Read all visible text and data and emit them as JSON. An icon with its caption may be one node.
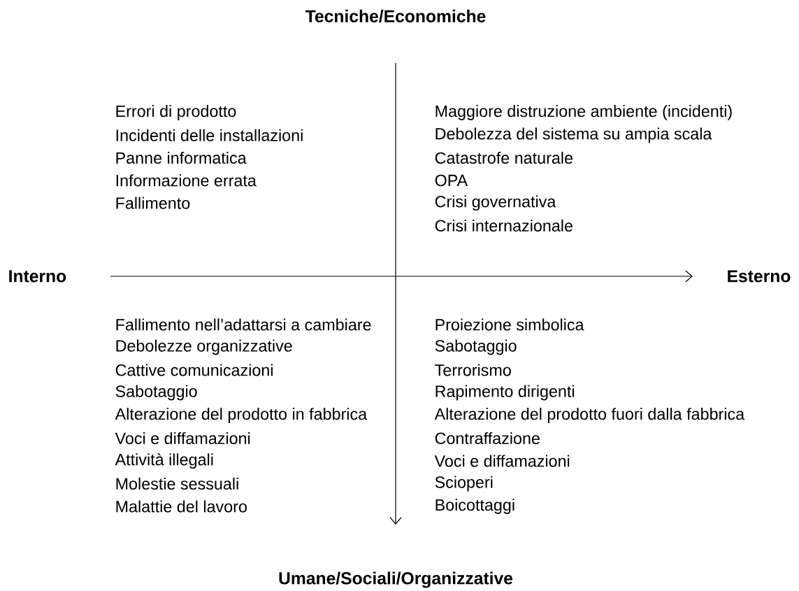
{
  "diagram": {
    "labels": [
      "Tecniche/Economiche",
      "Errori di prodotto",
      "Incidenti delle installazioni",
      "Panne informatica",
      "Informazione errata",
      "Fallimento",
      "Maggiore distruzione ambiente (incidenti)",
      "Debolezza del sistema su ampia scala",
      "Catastrofe naturale",
      "OPA",
      "Crisi governativa",
      "Crisi internazionale",
      "Interno",
      "Esterno",
      "Fallimento nell’adattarsi a cambiare",
      "Debolezze organizzative",
      "Cattive comunicazioni",
      "Sabotaggio",
      "Alterazione del prodotto in fabbrica",
      "Voci e diffamazioni",
      "Attività illegali",
      "Molestie sessuali",
      "Malattie del lavoro",
      "Proiezione simbolica",
      "Sabotaggio",
      "Terrorismo",
      "Rapimento dirigenti",
      "Alterazione del prodotto fuori dalla fabbrica",
      "Contraffazione",
      "Voci e diffamazioni",
      "Scioperi",
      "Boicottaggi",
      "Umane/Sociali/Organizzative"
    ]
  }
}
